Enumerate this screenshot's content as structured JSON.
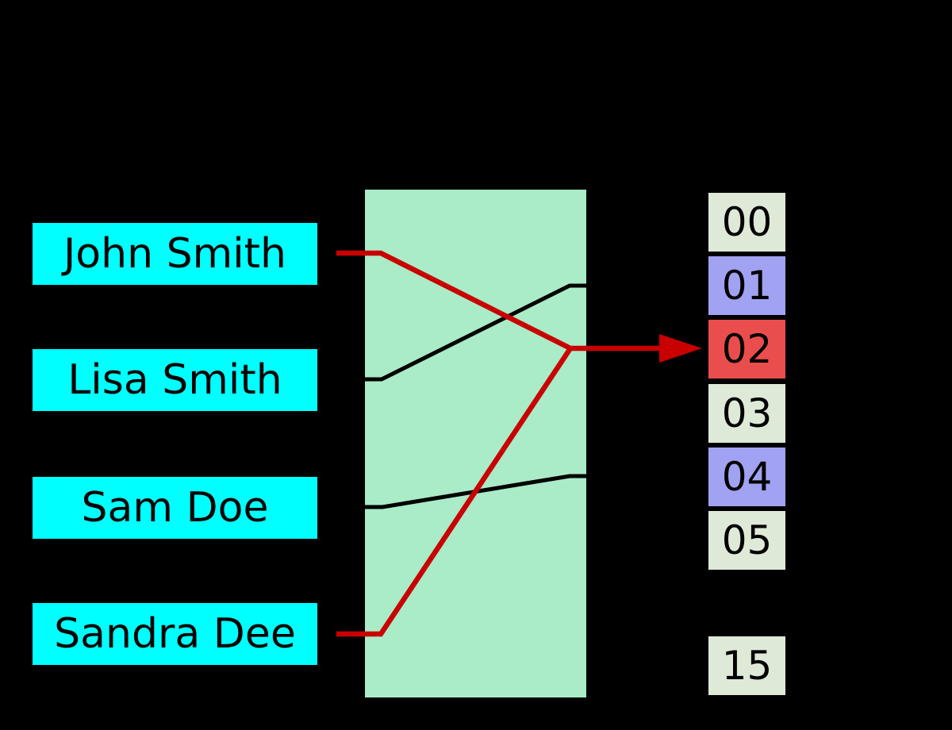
{
  "colors": {
    "background": "#000000",
    "key_box": "#00ffff",
    "hash_box": "#aaebc8",
    "bucket_empty": "#dee9d8",
    "bucket_occupied": "#a2a2f2",
    "bucket_collision": "#ea4d4d",
    "edge_black": "#000000",
    "edge_red": "#c80000",
    "text": "#000000"
  },
  "keys": [
    {
      "label": "John Smith"
    },
    {
      "label": "Lisa Smith"
    },
    {
      "label": "Sam Doe"
    },
    {
      "label": "Sandra Dee"
    }
  ],
  "buckets": [
    {
      "label": "00",
      "state": "empty"
    },
    {
      "label": "01",
      "state": "occupied"
    },
    {
      "label": "02",
      "state": "collision"
    },
    {
      "label": "03",
      "state": "empty"
    },
    {
      "label": "04",
      "state": "occupied"
    },
    {
      "label": "05",
      "state": "empty"
    },
    {
      "label": "15",
      "state": "empty"
    }
  ],
  "mappings": [
    {
      "key": "John Smith",
      "bucket": "02",
      "edge_color": "red"
    },
    {
      "key": "Lisa Smith",
      "bucket": "01",
      "edge_color": "black"
    },
    {
      "key": "Sam Doe",
      "bucket": "04",
      "edge_color": "black"
    },
    {
      "key": "Sandra Dee",
      "bucket": "02",
      "edge_color": "red"
    }
  ],
  "collision": {
    "bucket": "02",
    "keys": [
      "John Smith",
      "Sandra Dee"
    ]
  }
}
